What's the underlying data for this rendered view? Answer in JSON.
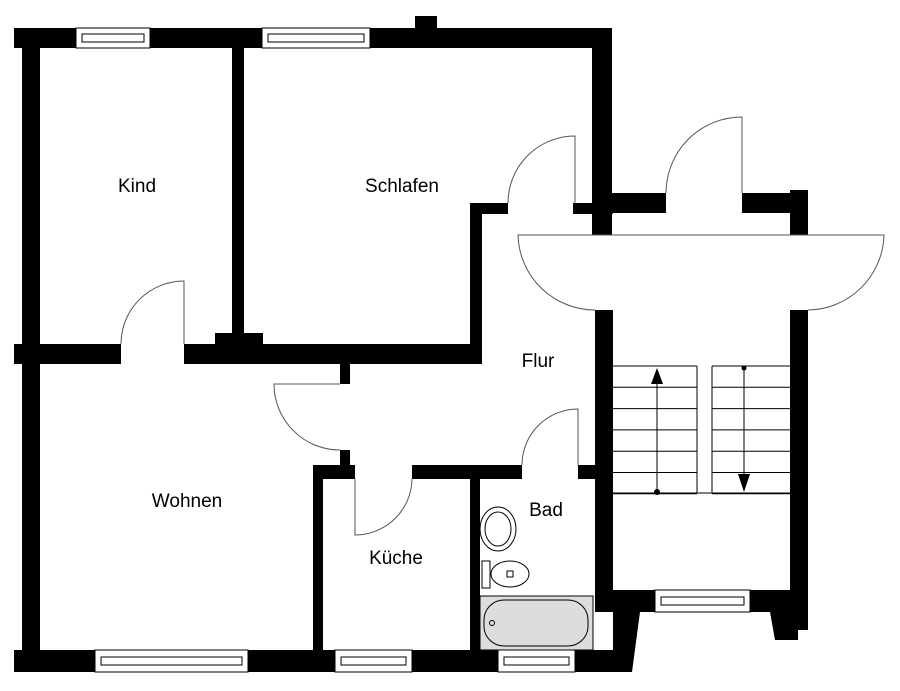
{
  "rooms": {
    "kind": "Kind",
    "schlafen": "Schlafen",
    "flur": "Flur",
    "wohnen": "Wohnen",
    "kueche": "Küche",
    "bad": "Bad"
  },
  "colors": {
    "wall": "#000000",
    "background": "#ffffff",
    "tub_fill": "#dddddd"
  }
}
